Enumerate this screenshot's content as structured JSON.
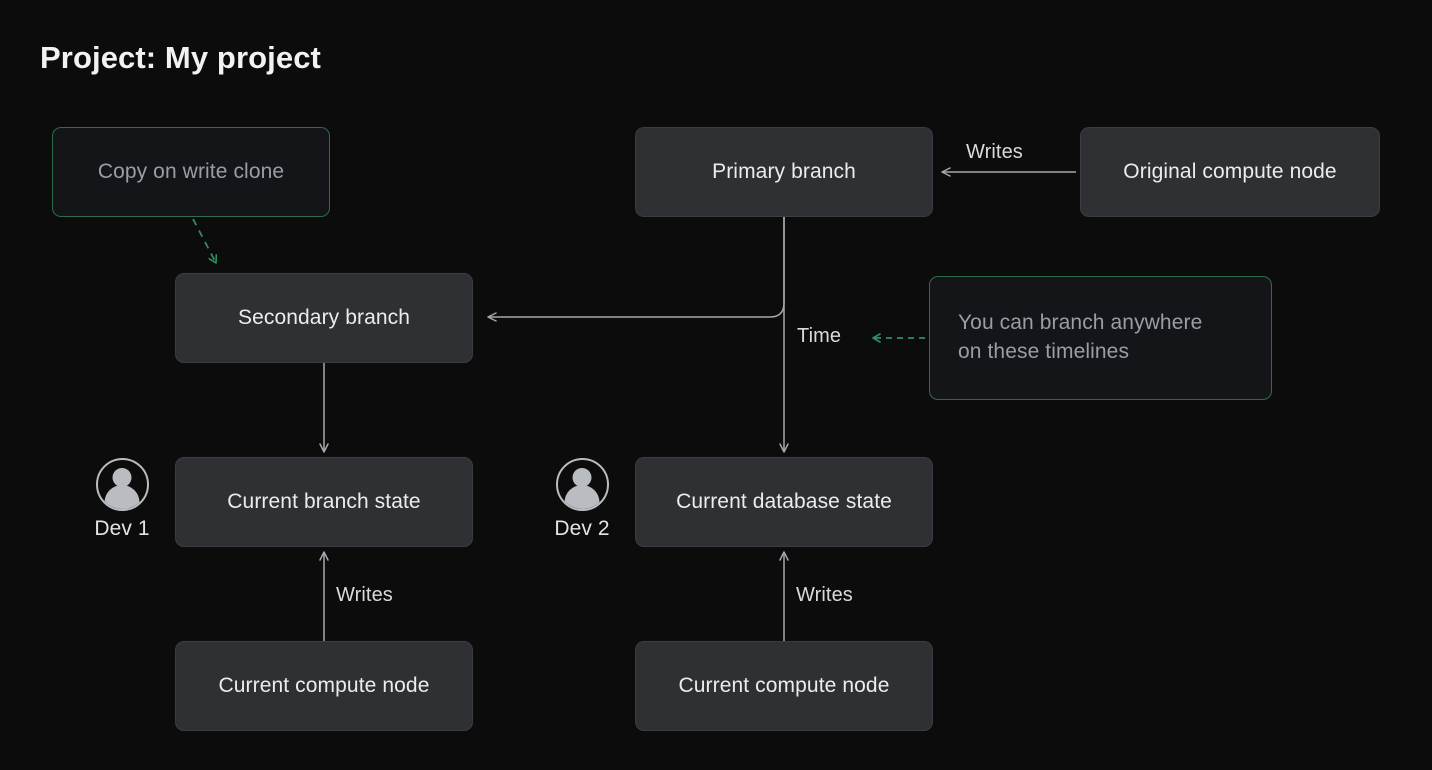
{
  "page": {
    "title": "Project: My project",
    "background_color": "#0c0c0c"
  },
  "colors": {
    "node_fill": "#2e3034",
    "node_border": "#3a3d42",
    "node_text": "#ececec",
    "annotation_fill": "#131518",
    "annotation_border": "#2f6b4d",
    "annotation_text": "#9a9ea3",
    "edge_stroke": "#a6a8ab",
    "edge_green": "#2f8f63",
    "label_text": "#d9dadc",
    "avatar_color": "#b9bcc0"
  },
  "diagram": {
    "nodes": [
      {
        "id": "primary-branch",
        "label": "Primary branch",
        "type": "node"
      },
      {
        "id": "original-compute-node",
        "label": "Original compute node",
        "type": "node"
      },
      {
        "id": "secondary-branch",
        "label": "Secondary branch",
        "type": "node"
      },
      {
        "id": "current-branch-state",
        "label": "Current branch state",
        "type": "node"
      },
      {
        "id": "current-database-state",
        "label": "Current database state",
        "type": "node"
      },
      {
        "id": "current-compute-node-left",
        "label": "Current compute node",
        "type": "node"
      },
      {
        "id": "current-compute-node-right",
        "label": "Current compute node",
        "type": "node"
      }
    ],
    "annotations": [
      {
        "id": "copy-on-write-clone",
        "label": "Copy on write clone"
      },
      {
        "id": "branch-anywhere-note",
        "line1": "You can branch anywhere",
        "line2": "on these timelines"
      }
    ],
    "edge_labels": {
      "writes_top": "Writes",
      "writes_left": "Writes",
      "writes_right": "Writes",
      "time": "Time"
    },
    "avatars": [
      {
        "id": "dev-1",
        "label": "Dev 1",
        "icon": "person-avatar-icon"
      },
      {
        "id": "dev-2",
        "label": "Dev 2",
        "icon": "person-avatar-icon"
      }
    ]
  }
}
